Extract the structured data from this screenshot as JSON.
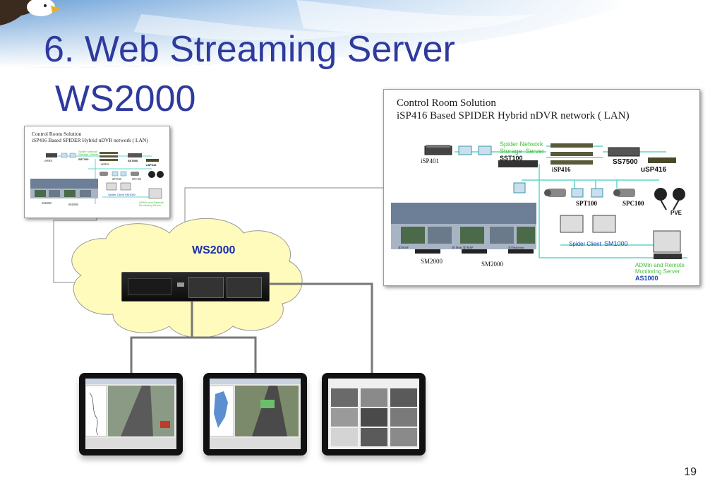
{
  "slide": {
    "title_line1": "6. Web Streaming Server",
    "title_line2": "WS2000",
    "page_number": "19"
  },
  "cloud": {
    "label": "WS2000"
  },
  "big_panel": {
    "title1": "Control Room Solution",
    "title2": "iSP416 Based SPIDER  Hybrid nDVR network ( LAN)",
    "labels": {
      "isp401": "iSP401",
      "spider_storage": "Spider Network\nStorage  Server",
      "sst100": "SST100",
      "isp416": "iSP416",
      "ss7500": "SS7500",
      "usp416": "uSP416",
      "spt100": "SPT100",
      "spc100": "SPC100",
      "pve": "PVE",
      "spider_client": "Spider Client",
      "sm1000": "SM1000",
      "admin_server": "ADMin and Remote\nMonitoring Server",
      "as1000": "AS1000",
      "sm2000_a": "SM2000",
      "sm2000_b": "SM2000"
    },
    "screen_captions": [
      "3D MAP",
      "3D Multi 3D MAP",
      "3D Multiview"
    ]
  },
  "small_panel": {
    "title1": "Control Room Solution",
    "title2": "iSP416 Based SPIDER  Hybrid nDVR network ( LAN)",
    "labels": {
      "isp401": "iSP401",
      "spider_storage": "Spider Network\nStorage  Server",
      "sst100": "SST100",
      "isp416": "iSP416",
      "ss7500": "SS7500",
      "usp416": "uSP416",
      "spt100": "SPT100",
      "spc100": "SPC100",
      "spider_client": "Spider Client  SM1000",
      "admin_server": "ADMin and Remote\nMonitoring Server",
      "sm2000_a": "SM2000",
      "sm2000_b": "SM2000"
    }
  },
  "colors": {
    "title": "#2e3a9e",
    "cloud_fill": "#fffbbd",
    "link_line": "#8a8a8a",
    "network_line": "#5fd6c6",
    "accent_green": "#44c23a",
    "accent_blue": "#1c3fb8"
  }
}
